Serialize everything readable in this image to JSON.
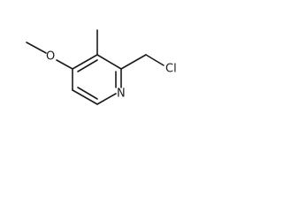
{
  "molecule": {
    "atoms": {
      "methoxy_oxygen": "O",
      "ring_nitrogen": "N",
      "chlorine": "Cl"
    }
  }
}
